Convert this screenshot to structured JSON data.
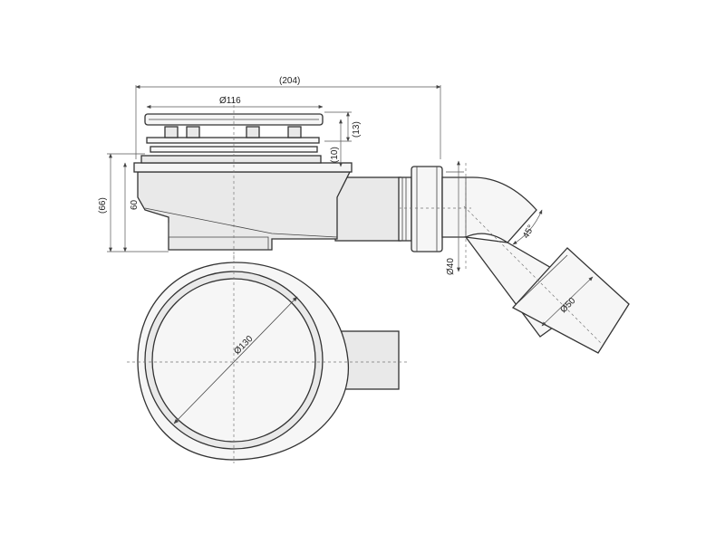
{
  "drawing": {
    "dimensions": {
      "overall_length": "(204)",
      "grate_diameter": "Ø116",
      "top_height": "(13)",
      "flange_gap": "(10)",
      "total_height": "(66)",
      "body_height": "60",
      "outlet_diameter": "Ø40",
      "elbow_angle": "45°",
      "pipe_diameter": "Ø50",
      "body_diameter": "Ø130"
    },
    "colors": {
      "line": "#333333",
      "fill": "#e9e9e9",
      "background": "#ffffff"
    }
  }
}
